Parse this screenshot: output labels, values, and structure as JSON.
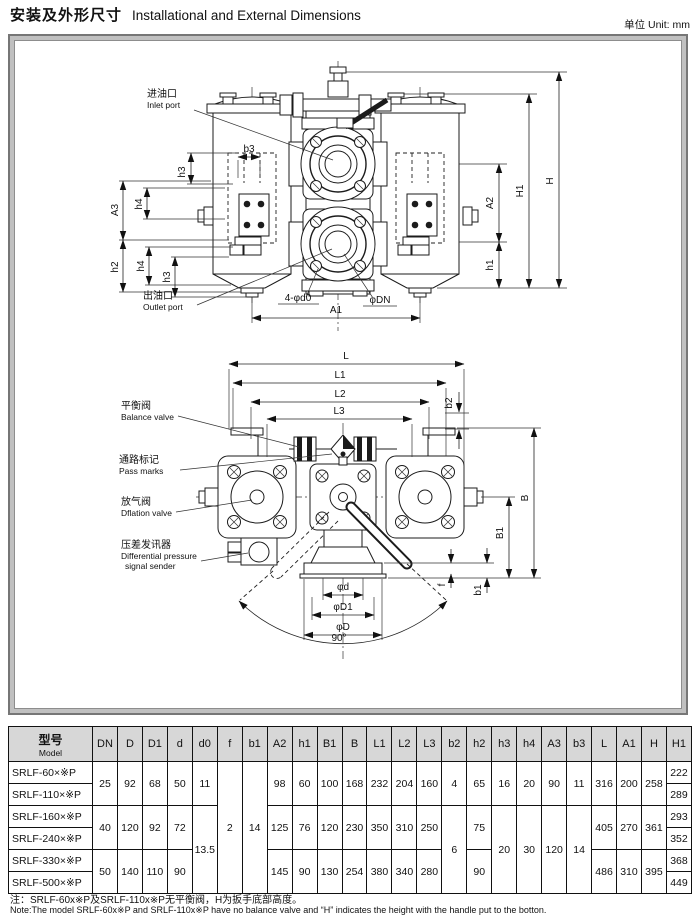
{
  "header": {
    "title_zh": "安装及外形尺寸",
    "title_en": "Installational and External Dimensions",
    "unit": "单位 Unit: mm"
  },
  "drawings": {
    "front": {
      "inlet_zh": "进油口",
      "inlet_en": "Inlet port",
      "outlet_zh": "出油口",
      "outlet_en": "Outlet port",
      "h3": "h3",
      "b3": "b3",
      "A3": "A3",
      "h4": "h4",
      "h2": "h2",
      "d0": "4-φd0",
      "dn": "φDN",
      "A1": "A1",
      "A2": "A2",
      "h1": "h1",
      "H1": "H1",
      "H": "H"
    },
    "plan": {
      "L": "L",
      "L1": "L1",
      "L2": "L2",
      "L3": "L3",
      "b2": "b2",
      "B": "B",
      "B1": "B1",
      "b1": "b1",
      "f": "f",
      "d": "φd",
      "D1": "φD1",
      "D": "φD",
      "angle": "90°",
      "balance_zh": "平衡阀",
      "balance_en": "Balance valve",
      "pass_zh": "通路标记",
      "pass_en": "Pass marks",
      "deflation_zh": "放气阀",
      "deflation_en": "Dflation valve",
      "dp_zh": "压差发讯器",
      "dp_en1": "Differential pressure",
      "dp_en2": "signal sender"
    }
  },
  "table": {
    "header_model": {
      "zh": "型号",
      "en": "Model"
    },
    "columns": [
      "DN",
      "D",
      "D1",
      "d",
      "d0",
      "f",
      "b1",
      "A2",
      "h1",
      "B1",
      "B",
      "L1",
      "L2",
      "L3",
      "b2",
      "h2",
      "h3",
      "h4",
      "A3",
      "b3",
      "L",
      "A1",
      "H",
      "H1"
    ],
    "rows": [
      [
        {
          "v": "SRLF-60×※P",
          "cls": "model"
        },
        {
          "v": "25",
          "rs": 2
        },
        {
          "v": "92",
          "rs": 2
        },
        {
          "v": "68",
          "rs": 2
        },
        {
          "v": "50",
          "rs": 2
        },
        {
          "v": "11",
          "rs": 2
        },
        {
          "v": "2",
          "rs": 6
        },
        {
          "v": "14",
          "rs": 6
        },
        {
          "v": "98",
          "rs": 2
        },
        {
          "v": "60",
          "rs": 2
        },
        {
          "v": "100",
          "rs": 2
        },
        {
          "v": "168",
          "rs": 2
        },
        {
          "v": "232",
          "rs": 2
        },
        {
          "v": "204",
          "rs": 2
        },
        {
          "v": "160",
          "rs": 2
        },
        {
          "v": "4",
          "rs": 2
        },
        {
          "v": "65",
          "rs": 2
        },
        {
          "v": "16",
          "rs": 2
        },
        {
          "v": "20",
          "rs": 2
        },
        {
          "v": "90",
          "rs": 2
        },
        {
          "v": "11",
          "rs": 2
        },
        {
          "v": "316",
          "rs": 2
        },
        {
          "v": "200",
          "rs": 2
        },
        {
          "v": "258",
          "rs": 2
        },
        {
          "v": "222"
        }
      ],
      [
        {
          "v": "SRLF-110×※P",
          "cls": "model"
        },
        {
          "v": "289"
        }
      ],
      [
        {
          "v": "SRLF-160×※P",
          "cls": "model"
        },
        {
          "v": "40",
          "rs": 2
        },
        {
          "v": "120",
          "rs": 2
        },
        {
          "v": "92",
          "rs": 2
        },
        {
          "v": "72",
          "rs": 2
        },
        {
          "v": "13.5",
          "rs": 4
        },
        {
          "v": "125",
          "rs": 2
        },
        {
          "v": "76",
          "rs": 2
        },
        {
          "v": "120",
          "rs": 2
        },
        {
          "v": "230",
          "rs": 2
        },
        {
          "v": "350",
          "rs": 2
        },
        {
          "v": "310",
          "rs": 2
        },
        {
          "v": "250",
          "rs": 2
        },
        {
          "v": "6",
          "rs": 4
        },
        {
          "v": "75",
          "rs": 2
        },
        {
          "v": "20",
          "rs": 4
        },
        {
          "v": "30",
          "rs": 4
        },
        {
          "v": "120",
          "rs": 4
        },
        {
          "v": "14",
          "rs": 4
        },
        {
          "v": "405",
          "rs": 2
        },
        {
          "v": "270",
          "rs": 2
        },
        {
          "v": "361",
          "rs": 2
        },
        {
          "v": "293"
        }
      ],
      [
        {
          "v": "SRLF-240×※P",
          "cls": "model"
        },
        {
          "v": "352"
        }
      ],
      [
        {
          "v": "SRLF-330×※P",
          "cls": "model"
        },
        {
          "v": "50",
          "rs": 2
        },
        {
          "v": "140",
          "rs": 2
        },
        {
          "v": "110",
          "rs": 2
        },
        {
          "v": "90",
          "rs": 2
        },
        {
          "v": "145",
          "rs": 2
        },
        {
          "v": "90",
          "rs": 2
        },
        {
          "v": "130",
          "rs": 2
        },
        {
          "v": "254",
          "rs": 2
        },
        {
          "v": "380",
          "rs": 2
        },
        {
          "v": "340",
          "rs": 2
        },
        {
          "v": "280",
          "rs": 2
        },
        {
          "v": "90",
          "rs": 2
        },
        {
          "v": "486",
          "rs": 2
        },
        {
          "v": "310",
          "rs": 2
        },
        {
          "v": "395",
          "rs": 2
        },
        {
          "v": "368"
        }
      ],
      [
        {
          "v": "SRLF-500×※P",
          "cls": "model"
        },
        {
          "v": "449"
        }
      ]
    ]
  },
  "notes": {
    "zh": "注：SRLF-60x※P及SRLF-110x※P无平衡阀，H为扳手底部高度。",
    "en": "Note:The model SRLF-60x※P and SRLF-110x※P have no balance valve and “H” indicates the height with the handle put to the botton."
  }
}
